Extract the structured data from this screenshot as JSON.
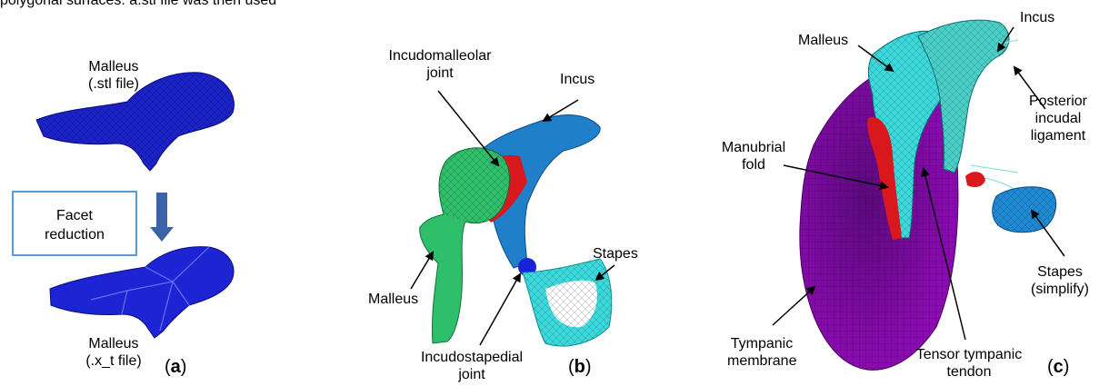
{
  "top_text": "polygonal surfaces. a.stl file was then used",
  "panel_a": {
    "letter": "a",
    "malleus_stl": [
      "Malleus",
      "(.stl file)"
    ],
    "facet_box": [
      "Facet",
      "reduction"
    ],
    "malleus_xt": [
      "Malleus",
      "(.x_t file)"
    ]
  },
  "panel_b": {
    "letter": "b",
    "incudomalleolar": [
      "Incudomalleolar",
      "joint"
    ],
    "incus": "Incus",
    "stapes": "Stapes",
    "malleus": "Malleus",
    "incudostapedial": [
      "Incudostapedial",
      "joint"
    ]
  },
  "panel_c": {
    "letter": "c",
    "malleus": "Malleus",
    "incus": "Incus",
    "posterior": [
      "Posterior",
      "incudal",
      "ligament"
    ],
    "manubrial": [
      "Manubrial",
      "fold"
    ],
    "stapes": [
      "Stapes",
      "(simplify)"
    ],
    "tympanic": [
      "Tympanic",
      "membrane"
    ],
    "tensor": [
      "Tensor tympanic",
      "tendon"
    ]
  },
  "colors": {
    "dark_blue": "#1a22c8",
    "mid_blue": "#1f7fc9",
    "green": "#2fbf6a",
    "cyan": "#3cd9dc",
    "red": "#d8181c",
    "purple": "#8e0bb4",
    "box_border": "#5b9bd5",
    "arrow_fill": "#3b63a8"
  }
}
